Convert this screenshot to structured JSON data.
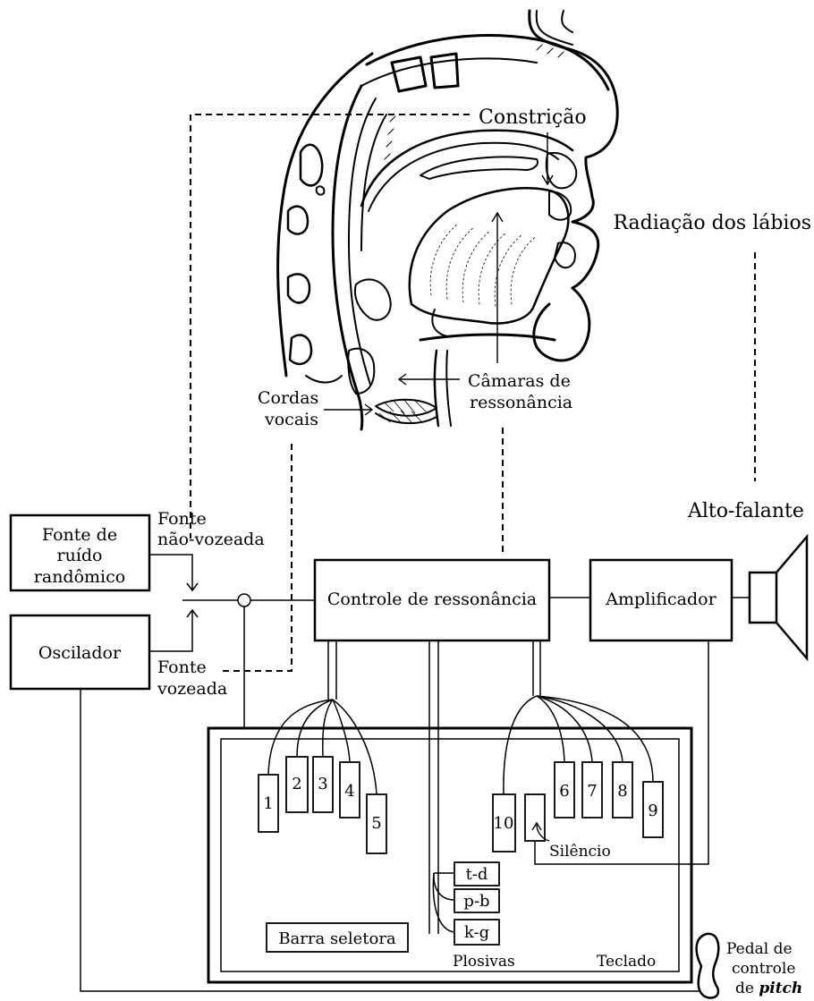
{
  "anatomy": {
    "constriction": "Constrição",
    "lip_radiation": "Radiação dos lábios",
    "vocal_cords": [
      "Cordas",
      "vocais"
    ],
    "resonance_chambers": [
      "Câmaras de",
      "ressonância"
    ]
  },
  "sources": {
    "noise_generator": [
      "Fonte de",
      "ruído",
      "randômico"
    ],
    "oscillator": "Oscilador",
    "unvoiced_source": [
      "Fonte",
      "não-vozeada"
    ],
    "voiced_source": [
      "Fonte",
      "vozeada"
    ]
  },
  "chain": {
    "resonance_control": "Controle de ressonância",
    "amplifier": "Amplificador",
    "loudspeaker": "Alto-falante"
  },
  "keyboard": {
    "left_keys": [
      "1",
      "2",
      "3",
      "4",
      "5"
    ],
    "right_keys": [
      "10",
      "6",
      "7",
      "8",
      "9"
    ],
    "silence": "Silêncio",
    "plosive_keys": [
      "t-d",
      "p-b",
      "k-g"
    ],
    "plosives_label": "Plosivas",
    "keyboard_label": "Teclado",
    "selector_bar": "Barra seletora"
  },
  "pedal": {
    "line1": "Pedal de",
    "line2": "controle",
    "line3_prefix": "de ",
    "line3_emph": "pitch"
  }
}
